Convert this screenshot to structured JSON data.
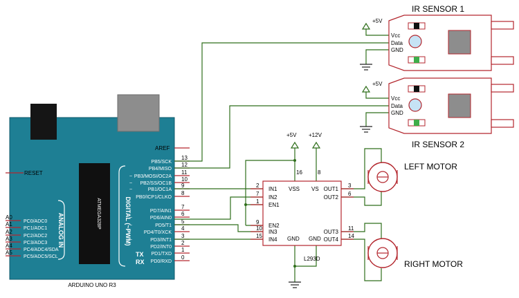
{
  "arduino": {
    "title": "ARDUINO UNO R3",
    "chip_label": "ATMEGA328P",
    "reset": "RESET",
    "aref": "AREF",
    "analog_label": "ANALOG IN",
    "digital_label": "DIGITAL (~PWM)",
    "tx": "TX",
    "rx": "RX",
    "tilde": "~",
    "analog_pins": [
      {
        "pin": "A0",
        "name": "PC0/ADC0"
      },
      {
        "pin": "A1",
        "name": "PC1/ADC1"
      },
      {
        "pin": "A2",
        "name": "PC2/ADC2"
      },
      {
        "pin": "A3",
        "name": "PC3/ADC3"
      },
      {
        "pin": "A4",
        "name": "PC4/ADC4/SDA"
      },
      {
        "pin": "A5",
        "name": "PC5/ADC5/SCL"
      }
    ],
    "digital_pins": [
      {
        "num": "13",
        "name": "PB5/SCK"
      },
      {
        "num": "12",
        "name": "PB4/MISO"
      },
      {
        "num": "11",
        "name": "PB3/MOSI/OC2A"
      },
      {
        "num": "10",
        "name": "PB2/SS/OC1B"
      },
      {
        "num": "9",
        "name": "PB1/OC1A"
      },
      {
        "num": "8",
        "name": "PB0/ICP1/CLKO"
      },
      {
        "num": "7",
        "name": "PD7/AIN1"
      },
      {
        "num": "6",
        "name": "PD6/AIN0"
      },
      {
        "num": "5",
        "name": "PD5/T1"
      },
      {
        "num": "4",
        "name": "PD4/T0/XCK"
      },
      {
        "num": "3",
        "name": "PD3/INT1"
      },
      {
        "num": "2",
        "name": "PD2/INT0"
      },
      {
        "num": "1",
        "name": "PD1/TXD"
      },
      {
        "num": "0",
        "name": "PD0/RXD"
      }
    ]
  },
  "ir_sensor_1": {
    "title": "IR SENSOR 1",
    "vcc": "Vcc",
    "data": "Data",
    "gnd": "GND",
    "supply": "+5V"
  },
  "ir_sensor_2": {
    "title": "IR SENSOR 2",
    "vcc": "Vcc",
    "data": "Data",
    "gnd": "GND",
    "supply": "+5V"
  },
  "driver": {
    "name": "L293D",
    "supply_5v": "+5V",
    "supply_12v": "+12V",
    "pins_left": [
      {
        "num": "2",
        "name": "IN1"
      },
      {
        "num": "7",
        "name": "IN2"
      },
      {
        "num": "1",
        "name": "EN1"
      },
      {
        "num": "9",
        "name": "EN2"
      },
      {
        "num": "10",
        "name": "IN3"
      },
      {
        "num": "15",
        "name": "IN4"
      }
    ],
    "pins_right": [
      {
        "num": "3",
        "name": "OUT1"
      },
      {
        "num": "6",
        "name": "OUT2"
      },
      {
        "num": "11",
        "name": "OUT3"
      },
      {
        "num": "14",
        "name": "OUT4"
      }
    ],
    "vss": "VSS",
    "vs": "VS",
    "gnd": "GND",
    "pin_vss": "16",
    "pin_vs": "8"
  },
  "left_motor": {
    "label": "LEFT MOTOR"
  },
  "right_motor": {
    "label": "RIGHT MOTOR"
  }
}
